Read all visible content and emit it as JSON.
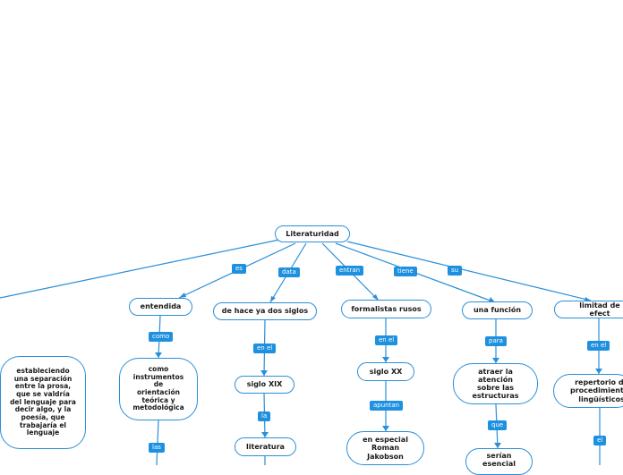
{
  "root": "Literaturidad",
  "branches": {
    "entendida": {
      "link": "es",
      "node": "entendida",
      "sub_link": "como",
      "sub_node": "como instrumentos de orientación teórica y metodológica",
      "sub_link2": "las"
    },
    "siglos": {
      "link": "data",
      "node": "de hace ya dos siglos",
      "sub_link": "en el",
      "sub_node": "siglo XIX",
      "sub_link2": "la",
      "sub_node2": "literatura"
    },
    "formalistas": {
      "link": "entran",
      "node": "formalistas rusos",
      "sub_link": "en el",
      "sub_node": "siglo XX",
      "sub_link2": "apuntan",
      "sub_node2": "en especial Roman Jakobson"
    },
    "funcion": {
      "link": "tiene",
      "node": "una función",
      "sub_link": "para",
      "sub_node": "atraer la atención sobre las estructuras",
      "sub_link2": "que",
      "sub_node2": "serían esencial"
    },
    "limitad": {
      "link": "su",
      "node": "limitad de efect",
      "sub_link": "en el",
      "sub_node": "repertorio de procedimientos lingüísticos",
      "sub_link2": "el"
    },
    "separacion": {
      "node": "estableciendo una separación entre la prosa, que se valdría del lenguaje para decir algo, y la poesía, que trabajaría el lenguaje"
    }
  },
  "colors": {
    "line": "#2a8fd8",
    "label_bg": "#1e90e0",
    "node_border": "#2a8fd8"
  }
}
